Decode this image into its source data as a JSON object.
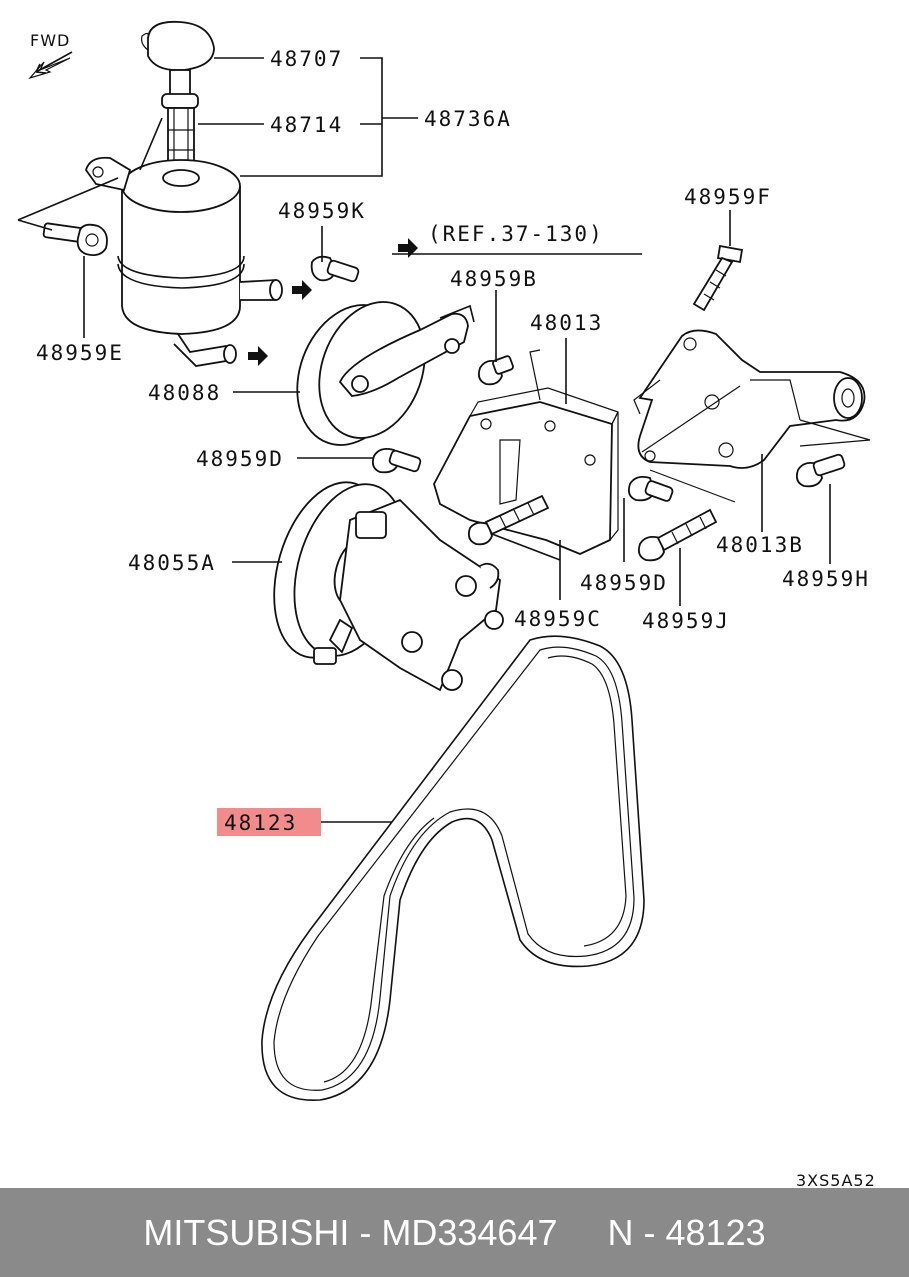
{
  "direction": "FWD",
  "reference": "(REF.37-130)",
  "drawing_code": "3XS5A52",
  "highlight_color": "#f28c8c",
  "callouts": {
    "p48707": "48707",
    "p48714": "48714",
    "p48736A": "48736A",
    "p48959K": "48959K",
    "p48959F": "48959F",
    "p48959E": "48959E",
    "p48959B": "48959B",
    "p48013": "48013",
    "p48088": "48088",
    "p48959D_a": "48959D",
    "p48055A": "48055A",
    "p48959D_b": "48959D",
    "p48013B": "48013B",
    "p48959C": "48959C",
    "p48959J": "48959J",
    "p48959H": "48959H",
    "p48123": "48123"
  },
  "footer": {
    "text": "MITSUBISHI - MD334647     N - 48123"
  }
}
